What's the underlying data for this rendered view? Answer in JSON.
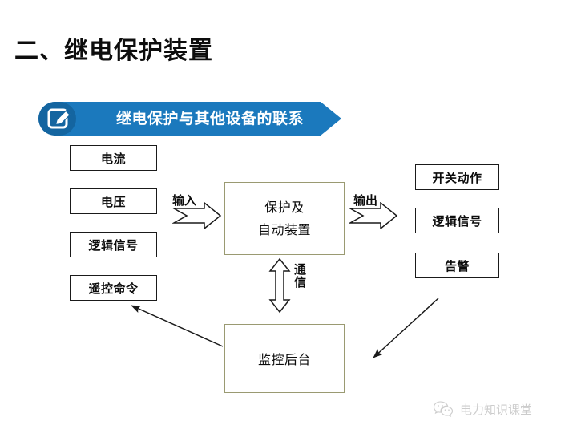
{
  "slide": {
    "title": "二、继电保护装置",
    "background_color": "#ffffff"
  },
  "banner": {
    "label": "继电保护与其他设备的联系",
    "icon": "edit-pencil-icon",
    "fill_color": "#1b79bd",
    "accent_color": "#1465a0",
    "text_color": "#ffffff"
  },
  "diagram": {
    "inputs": [
      {
        "label": "电流"
      },
      {
        "label": "电压"
      },
      {
        "label": "逻辑信号"
      },
      {
        "label": "遥控命令"
      }
    ],
    "outputs": [
      {
        "label": "开关动作"
      },
      {
        "label": "逻辑信号"
      },
      {
        "label": "告警"
      }
    ],
    "center": {
      "line1": "保护及",
      "line2": "自动装置",
      "border_color": "#9a9a72"
    },
    "bottom": {
      "label": "监控后台",
      "border_color": "#9a9a72"
    },
    "arrows": {
      "input_label": "输入",
      "output_label": "输出",
      "comm_label": "通信"
    },
    "box_border_color": "#1a1a1a"
  },
  "watermark": {
    "text": "电力知识课堂",
    "logo": "wechat-icon",
    "color": "#6e6e6e"
  }
}
